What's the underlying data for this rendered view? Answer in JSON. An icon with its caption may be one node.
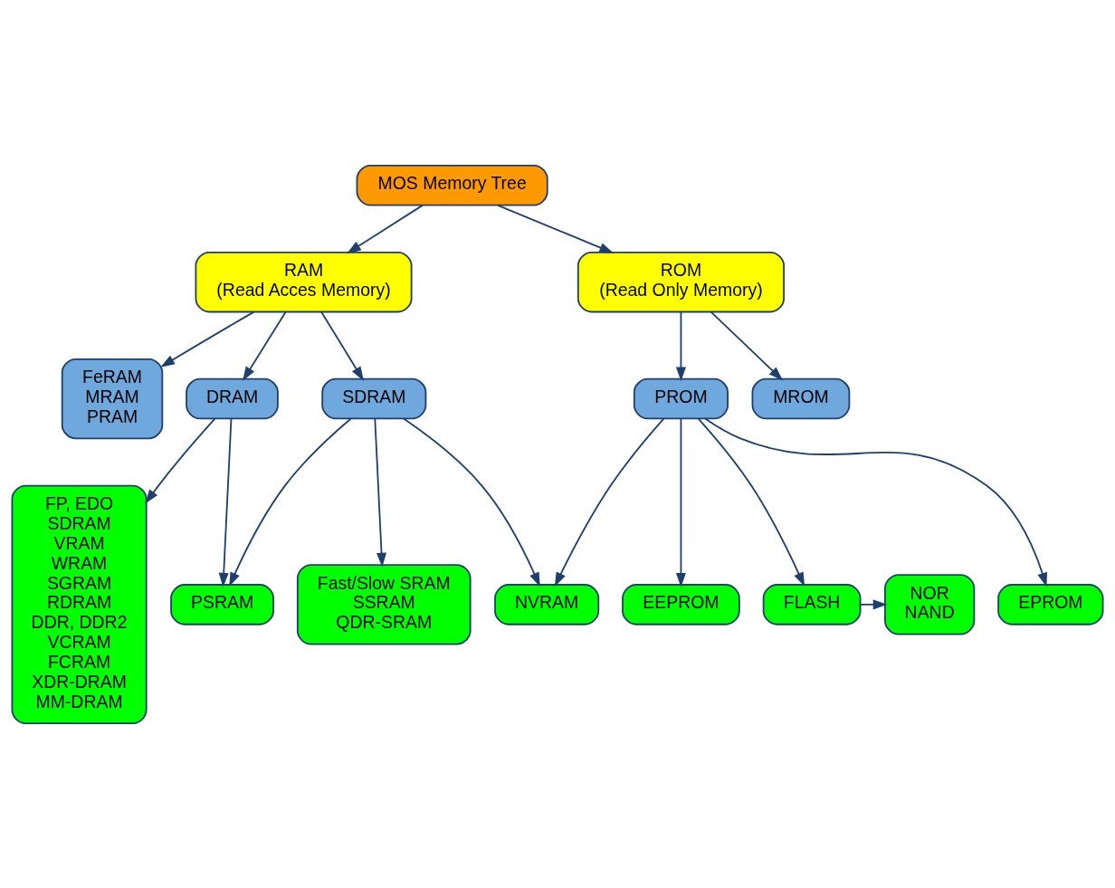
{
  "diagram": {
    "nodes": [
      {
        "text": [
          "MOS Memory Tree"
        ]
      },
      {
        "text": [
          "RAM",
          "(Read Acces Memory)"
        ]
      },
      {
        "text": [
          "ROM",
          "(Read Only Memory)"
        ]
      },
      {
        "text": [
          "FeRAM",
          "MRAM",
          "PRAM"
        ]
      },
      {
        "text": [
          "DRAM"
        ]
      },
      {
        "text": [
          "SDRAM"
        ]
      },
      {
        "text": [
          "PROM"
        ]
      },
      {
        "text": [
          "MROM"
        ]
      },
      {
        "text": [
          "FP, EDO",
          "SDRAM",
          "VRAM",
          "WRAM",
          "SGRAM",
          "RDRAM",
          "DDR, DDR2",
          "VCRAM",
          "FCRAM",
          "XDR-DRAM",
          "MM-DRAM"
        ]
      },
      {
        "text": [
          "PSRAM"
        ]
      },
      {
        "text": [
          "NVRAM"
        ]
      },
      {
        "text": [
          "Fast/Slow SRAM",
          "SSRAM",
          "QDR-SRAM"
        ]
      },
      {
        "text": [
          "EEPROM"
        ]
      },
      {
        "text": [
          "FLASH"
        ]
      },
      {
        "text": [
          "NOR",
          "NAND"
        ]
      },
      {
        "text": [
          "EPROM"
        ]
      }
    ],
    "edges": [
      {
        "from": 0,
        "to": 1,
        "arrow": "to"
      },
      {
        "from": 0,
        "to": 2,
        "arrow": "to"
      },
      {
        "from": 1,
        "to": 3,
        "arrow": "to"
      },
      {
        "from": 1,
        "to": 4,
        "arrow": "to"
      },
      {
        "from": 1,
        "to": 5,
        "arrow": "to"
      },
      {
        "from": 2,
        "to": 6,
        "arrow": "to"
      },
      {
        "from": 2,
        "to": 7,
        "arrow": "to"
      },
      {
        "from": 4,
        "to": 8,
        "arrow": "to"
      },
      {
        "from": 4,
        "to": 9,
        "arrow": "to"
      },
      {
        "from": 5,
        "to": 9,
        "arrow": "to"
      },
      {
        "from": 5,
        "to": 11,
        "arrow": "to"
      },
      {
        "from": 5,
        "to": 10,
        "arrow": "to"
      },
      {
        "from": 6,
        "to": 10,
        "arrow": "to"
      },
      {
        "from": 6,
        "to": 12,
        "arrow": "to"
      },
      {
        "from": 6,
        "to": 13,
        "arrow": "to"
      },
      {
        "from": 6,
        "to": 15,
        "arrow": "to"
      },
      {
        "from": 13,
        "to": 14,
        "arrow": "to"
      }
    ]
  }
}
